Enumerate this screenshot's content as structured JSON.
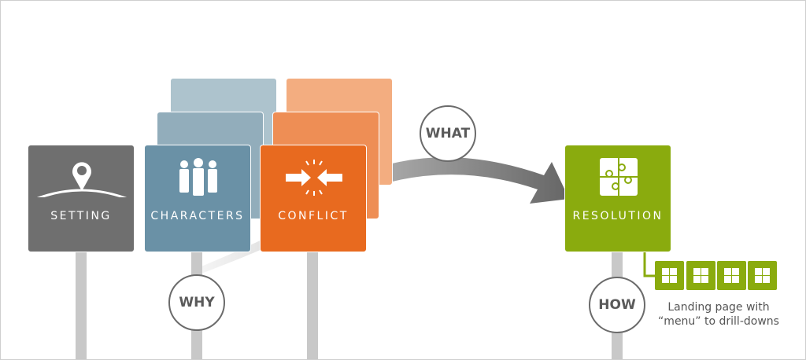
{
  "cards": {
    "setting": {
      "label": "SETTING",
      "color": "#6f6f6f"
    },
    "characters": {
      "label": "CHARACTERS",
      "color": "#6a91a6"
    },
    "conflict": {
      "label": "CONFLICT",
      "color": "#e86a1f"
    },
    "resolution": {
      "label": "RESOLUTION",
      "color": "#8aab0e"
    }
  },
  "questions": {
    "why": "WHY",
    "what": "WHAT",
    "how": "HOW"
  },
  "note": {
    "line1": "Landing page with",
    "line2": "“menu” to drill-downs"
  }
}
